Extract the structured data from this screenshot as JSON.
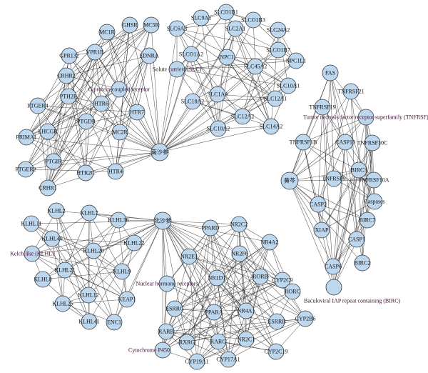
{
  "hubs": [
    "南沙参",
    "北沙参",
    "黄芩"
  ],
  "clusters": [
    {
      "hub": "南沙参",
      "category": "G protein-coupled receptor",
      "genes": [
        "GHSR",
        "MC5R",
        "MC1R",
        "VPR1B",
        "EDNRA",
        "GPR132",
        "CRHR2",
        "PTH2R",
        "HTR6",
        "HTR7",
        "PTGER4",
        "PTGDR",
        "MC2R",
        "LHCGR",
        "PRIMA1",
        "PTGIR",
        "PTGER2",
        "HTR2C",
        "HTR4",
        "CRHR1"
      ]
    },
    {
      "hub": "南沙参",
      "category": "Solute carriers (SLC)",
      "genes": [
        "SLCO1B1",
        "SLC9A1",
        "SLCO1B3",
        "SLC6A3",
        "SLC2A1",
        "SLC24A2",
        "SLCO1A2",
        "NPC1",
        "SLCO1B7",
        "NPC1L1",
        "SLC45A2",
        "SLC10A1",
        "SLC1A4",
        "SLC18A2",
        "SLC12A1",
        "SLC12A2",
        "SLC14A2",
        "SLC10A2"
      ]
    },
    {
      "hub": "黄芩",
      "category": "Tumor necrosis factor receptor superfamily (TNFRSF)",
      "genes": [
        "FAS",
        "TNFRSF21",
        "TNFRSF19",
        "TNFRSF1B",
        "CASP10",
        "TNFRSF10C",
        "BIRC3",
        "TNFRSF9",
        "TNFRSF10A",
        "CASP2",
        "Caspases",
        "BIRC7",
        "XIAP",
        "CASP1",
        "BIRC2",
        "CASP6",
        "Baculoviral IAP repeat containing (BIRC)"
      ]
    },
    {
      "hub": "北沙参",
      "category": "Kelch like (KLHL)",
      "genes": [
        "KLHL2",
        "KLHL7",
        "KLHL11",
        "KLHL38",
        "KLHL40",
        "KLHL22",
        "KLHL20",
        "KLHL21",
        "KLHL9",
        "KLHL8",
        "KLHL12",
        "KEAP1",
        "KLHL25",
        "KLHL41",
        "ENC1"
      ]
    },
    {
      "hub": "北沙参",
      "category": "Nuclear hormone receptors",
      "genes": [
        "PPARD",
        "NR2C2",
        "NR4A2",
        "NR2F6",
        "NR2E1",
        "NR1D1",
        "RORB",
        "CYP2C9",
        "RORC",
        "ESRRG",
        "PPARA",
        "NR4A1",
        "ESRRB",
        "CYP2B6",
        "RARB",
        "RXRG",
        "RARG",
        "NR2C1",
        "CYP2C19",
        "Cytochrome P450",
        "CYP19A1",
        "CYP17A1"
      ]
    }
  ],
  "colors": {
    "node_fill": "#bdd7ee",
    "node_stroke": "#3a3a3a",
    "edge": "#222222"
  }
}
